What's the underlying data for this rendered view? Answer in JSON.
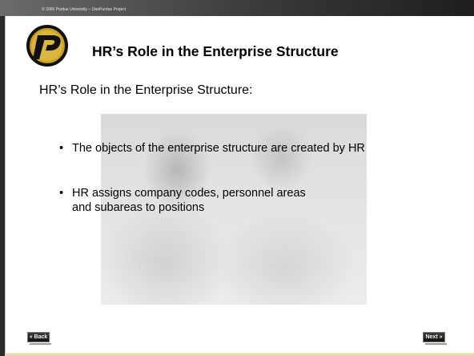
{
  "header": {
    "copyright": "© 2006 Purdue University – OnePurdue Project"
  },
  "slide": {
    "title": "HR’s Role in the Enterprise Structure",
    "subheading": "HR’s Role in the Enterprise Structure:",
    "bullets": [
      "The objects of the enterprise structure are created by HR",
      "HR assigns company codes, personnel areas and subareas to positions"
    ]
  },
  "nav": {
    "back_label": "« Back",
    "next_label": "Next »"
  },
  "icons": {
    "logo": "onepurdue-logo-icon"
  },
  "colors": {
    "topbar": "#3a3a3a",
    "logo_gold": "#c9a227",
    "bottom_strip": "#e3cf95"
  }
}
